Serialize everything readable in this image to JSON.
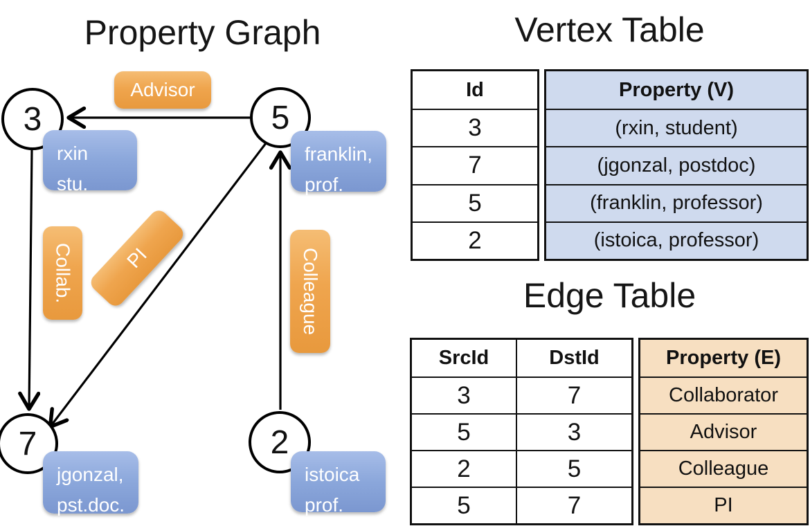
{
  "graph": {
    "title": "Property Graph",
    "nodes": [
      {
        "id": "3",
        "property": [
          "rxin",
          "stu."
        ]
      },
      {
        "id": "5",
        "property": [
          "franklin,",
          "prof."
        ]
      },
      {
        "id": "7",
        "property": [
          "jgonzal,",
          "pst.doc."
        ]
      },
      {
        "id": "2",
        "property": [
          "istoica",
          "prof."
        ]
      }
    ],
    "edges": [
      {
        "src": "5",
        "dst": "3",
        "label": "Advisor"
      },
      {
        "src": "3",
        "dst": "7",
        "label": "Collab."
      },
      {
        "src": "5",
        "dst": "7",
        "label": "PI"
      },
      {
        "src": "2",
        "dst": "5",
        "label": "Colleague"
      }
    ]
  },
  "vertex_table": {
    "title": "Vertex Table",
    "headers": {
      "id": "Id",
      "property": "Property (V)"
    },
    "rows": [
      {
        "id": "3",
        "property": "(rxin, student)"
      },
      {
        "id": "7",
        "property": "(jgonzal, postdoc)"
      },
      {
        "id": "5",
        "property": "(franklin, professor)"
      },
      {
        "id": "2",
        "property": "(istoica, professor)"
      }
    ]
  },
  "edge_table": {
    "title": "Edge Table",
    "headers": {
      "src": "SrcId",
      "dst": "DstId",
      "property": "Property (E)"
    },
    "rows": [
      {
        "src": "3",
        "dst": "7",
        "property": "Collaborator"
      },
      {
        "src": "5",
        "dst": "3",
        "property": "Advisor"
      },
      {
        "src": "2",
        "dst": "5",
        "property": "Colleague"
      },
      {
        "src": "5",
        "dst": "7",
        "property": "PI"
      }
    ]
  },
  "colors": {
    "edge_label_orange": "#efa54e",
    "vertex_box_blue": "#8ba7db",
    "vertex_table_row_fill": "#cfdaee",
    "edge_table_row_fill": "#f7dfc1",
    "line_black": "#000000"
  }
}
